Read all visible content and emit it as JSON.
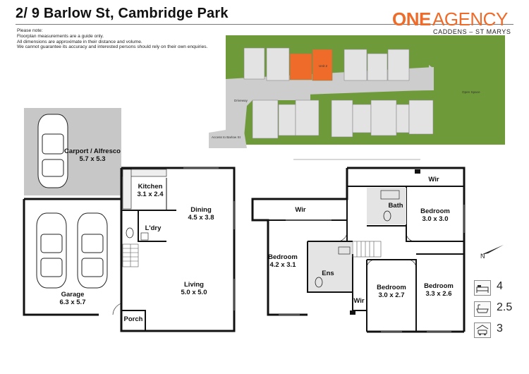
{
  "header": {
    "title": "2/ 9 Barlow St, Cambridge Park"
  },
  "logo": {
    "one": "ONE",
    "agency": "AGENCY",
    "sub": "CADDENS – ST MARYS"
  },
  "notes": [
    "Please note:",
    "Floorplan measurements are a guide only.",
    "All dimensions are approximate in their distance and volume.",
    "We cannot guarantee its accuracy and interested persons should rely on their own enquiries."
  ],
  "site_plan": {
    "unit_label": "Unit 2",
    "driveway_label": "Driveway",
    "open_space_label": "Open Space",
    "access_label": "Access to Barlow St",
    "colors": {
      "grass": "#6f9a3a",
      "paving": "#c9c9c9",
      "highlight": "#ee6b2a"
    }
  },
  "ground_floor": {
    "carport": {
      "name": "Carport / Alfresco",
      "dims": "5.7 x 5.3"
    },
    "garage": {
      "name": "Garage",
      "dims": "6.3 x 5.7"
    },
    "kitchen": {
      "name": "Kitchen",
      "dims": "3.1 x 2.4"
    },
    "laundry": {
      "name": "L'dry"
    },
    "dining": {
      "name": "Dining",
      "dims": "4.5 x 3.8"
    },
    "living": {
      "name": "Living",
      "dims": "5.0 x 5.0"
    },
    "porch": {
      "name": "Porch"
    }
  },
  "first_floor": {
    "wir_top": {
      "name": "Wir"
    },
    "wir_left": {
      "name": "Wir"
    },
    "bath": {
      "name": "Bath"
    },
    "bedroom_tr": {
      "name": "Bedroom",
      "dims": "3.0 x 3.0"
    },
    "bedroom_left": {
      "name": "Bedroom",
      "dims": "4.2 x 3.1"
    },
    "ens": {
      "name": "Ens"
    },
    "bedroom_bm": {
      "name": "Bedroom",
      "dims": "3.0 x 2.7"
    },
    "bedroom_br": {
      "name": "Bedroom",
      "dims": "3.3 x 2.6"
    },
    "wir_small": {
      "name": "Wir"
    }
  },
  "stats": {
    "bedrooms": "4",
    "bathrooms": "2.5",
    "parking": "3",
    "icons": [
      "bed-icon",
      "bath-icon",
      "car-icon"
    ]
  }
}
